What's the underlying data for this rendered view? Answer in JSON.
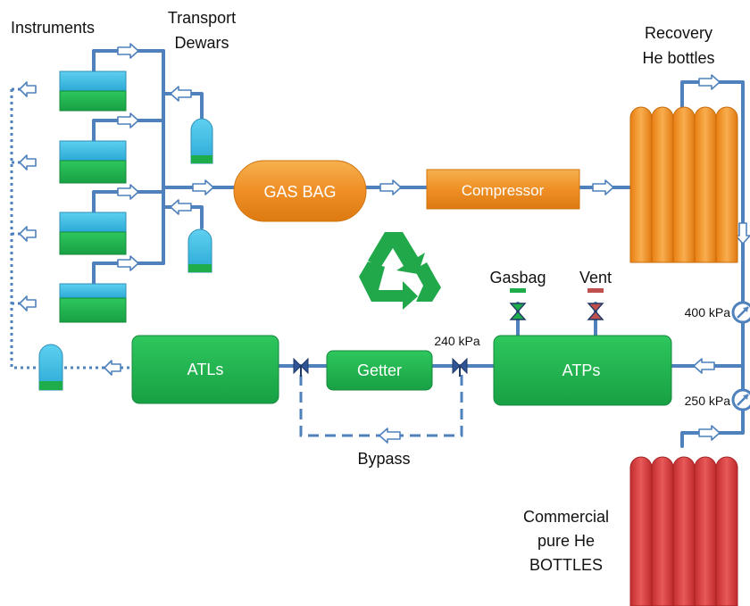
{
  "labels": {
    "instruments": "Instruments",
    "transport_dewars": [
      "Transport",
      "Dewars"
    ],
    "recovery_bottles": [
      "Recovery",
      "He bottles"
    ],
    "gas_bag": "GAS BAG",
    "compressor": "Compressor",
    "gasbag_valve": "Gasbag",
    "vent_valve": "Vent",
    "atls": "ATLs",
    "getter": "Getter",
    "atps": "ATPs",
    "bypass": "Bypass",
    "pressure_240": "240 kPa",
    "pressure_400": "400 kPa",
    "pressure_250": "250 kPa",
    "commercial_bottles": [
      "Commercial",
      "pure He",
      "BOTTLES"
    ]
  },
  "colors": {
    "pipe": "#4f81bd",
    "instrument_top": "#3cb8e0",
    "instrument_bottom": "#1eb050",
    "green_unit": "#1fad4c",
    "orange_unit": "#f0922a",
    "recovery_bottle": "#f49b2c",
    "commercial_bottle": "#d9393a",
    "recycle": "#21a84a",
    "vent_valve": "#c0504d",
    "gasbag_valve": "#1fad4c",
    "valve": "#1f3864"
  },
  "icons": {
    "recycle": "recycle-icon",
    "valve": "valve-icon",
    "gauge": "pressure-gauge-icon"
  }
}
